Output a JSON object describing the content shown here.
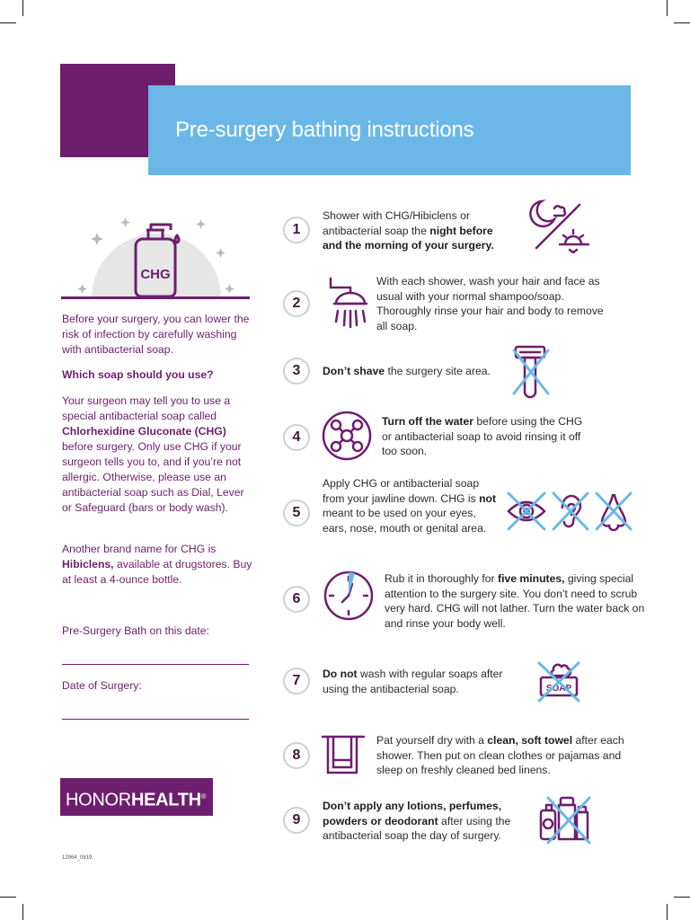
{
  "title": "Pre-surgery bathing instructions",
  "hero": {
    "label": "CHG"
  },
  "left": {
    "intro": "Before your surgery, you can lower the risk of infection by carefully washing with antibacterial soap.",
    "question": "Which soap should you use?",
    "answer": {
      "t1": "Your surgeon may tell you to use a special antibacterial soap called ",
      "b1": "Chlorhexidine Gluconate (CHG)",
      "t2": " before surgery. Only use CHG if your surgeon tells you to, and if you’re not allergic. Otherwise, please use an antibacterial soap such as Dial, Lever or Safeguard (bars or body wash)."
    },
    "answer2": {
      "t1": "Another brand name for CHG is ",
      "b1": "Hibiclens,",
      "t2": " available at drugstores. Buy at least a 4-ounce bottle."
    },
    "field1": "Pre-Surgery Bath on this date:",
    "field2": "Date of Surgery:"
  },
  "logo": {
    "part1": "HONOR",
    "part2": "HEALTH",
    "mark": "®"
  },
  "code": "12964_0819",
  "steps": [
    {
      "num": "1",
      "t1": "Shower with CHG/Hibiclens or antibacterial soap the ",
      "b1": "night before and the morning of your surgery.",
      "t2": ""
    },
    {
      "num": "2",
      "t1": "With each shower, wash your hair and face as usual with your normal shampoo/soap. Thoroughly rinse your hair and body to remove all soap.",
      "b1": "",
      "t2": ""
    },
    {
      "num": "3",
      "t1": "",
      "b1": "Don’t shave",
      "t2": " the surgery site area."
    },
    {
      "num": "4",
      "t1": "",
      "b1": "Turn off the water",
      "t2": " before using the CHG or antibacterial soap to avoid rinsing it off too soon."
    },
    {
      "num": "5",
      "t1": "Apply CHG or antibacterial soap from your jawline down. CHG is ",
      "b1": "not",
      "t2": " meant to be used on your eyes, ears, nose, mouth or genital area."
    },
    {
      "num": "6",
      "t1": "Rub it in thoroughly for ",
      "b1": "five minutes,",
      "t2": " giving special attention to the surgery site. You don’t need to scrub very hard. CHG will not lather. Turn the water back on and rinse your body well."
    },
    {
      "num": "7",
      "t1": "",
      "b1": "Do not",
      "t2": " wash with regular soaps after using the antibacterial soap."
    },
    {
      "num": "8",
      "t1": "Pat yourself dry with a ",
      "b1": "clean, soft towel",
      "t2": " after each shower. Then put on clean clothes or pajamas and sleep on freshly cleaned bed linens."
    },
    {
      "num": "9",
      "t1": "",
      "b1": "Don’t apply any lotions, perfumes, powders or deodorant",
      "t2": " after using the antibacterial soap the day of surgery."
    }
  ],
  "icons": {
    "soap_label": "SOAP",
    "names": [
      "moon-sun-icon",
      "shower-head-icon",
      "no-razor-icon",
      "faucet-handle-icon",
      "no-eye-icon",
      "no-ear-icon",
      "no-nose-icon",
      "stopwatch-icon",
      "no-soap-icon",
      "towel-icon",
      "no-lotion-icon"
    ]
  },
  "colors": {
    "purple": "#6e1e6e",
    "blue": "#6bb8e8",
    "x_blue": "#6bb8e8",
    "circle_gray": "#d0d0d0"
  }
}
